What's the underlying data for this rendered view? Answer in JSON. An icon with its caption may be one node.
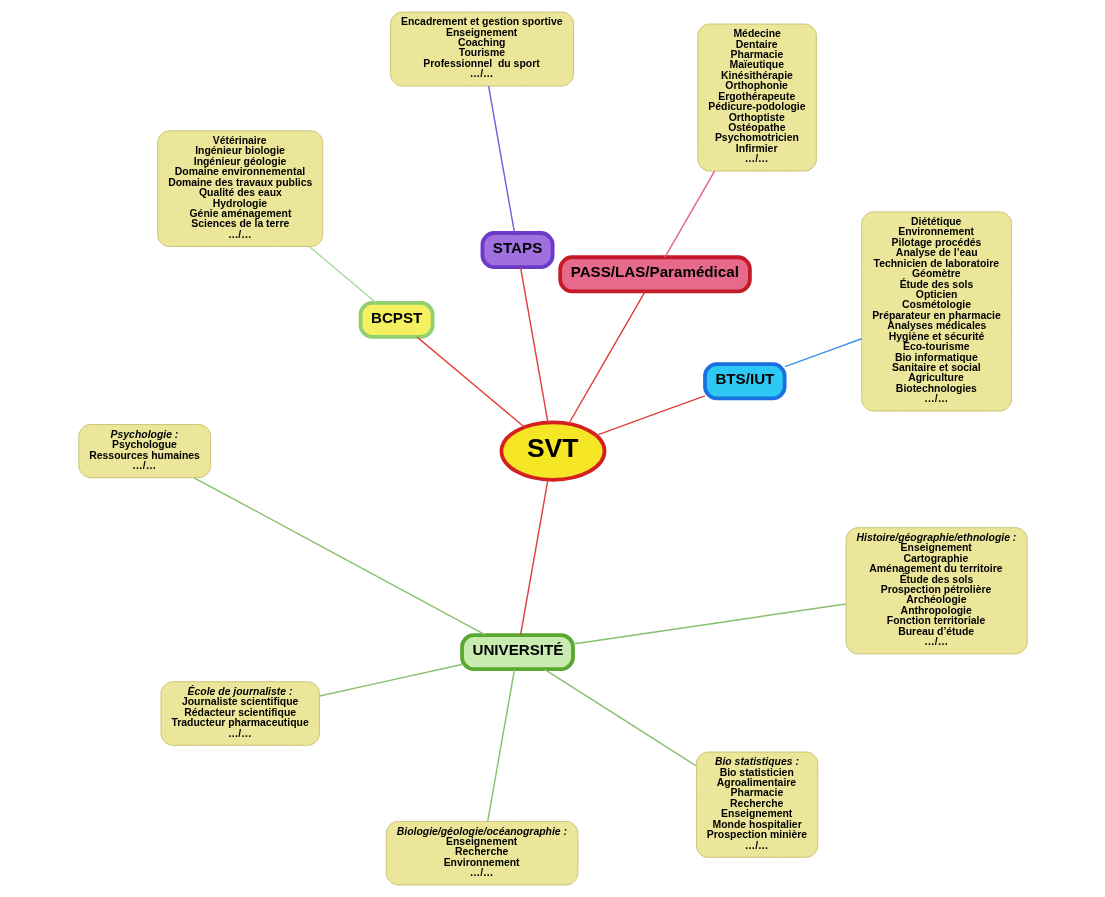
{
  "diagram": {
    "nodes": [
      {
        "text": [
          "SVT"
        ]
      },
      {
        "text": [
          "BTS/IUT"
        ]
      },
      {
        "text": [
          "PASS/LAS/Paramédical"
        ]
      },
      {
        "text": [
          "STAPS"
        ]
      },
      {
        "text": [
          "BCPST"
        ]
      },
      {
        "text": [
          "UNIVERSITÉ"
        ]
      },
      {
        "text": [
          "Diététique",
          "Environnement",
          "Pilotage procédés",
          "Analyse de l’eau",
          "Technicien de laboratoire",
          "Géomètre",
          "Étude des sols",
          "Opticien",
          "Cosmétologie",
          "Préparateur en pharmacie",
          "Analyses médicales",
          "Hygiène et sécurité",
          "Éco-tourisme",
          "Bio informatique",
          "Sanitaire et social",
          "Agriculture",
          "Biotechnologies",
          "…/…"
        ]
      },
      {
        "text": [
          "Médecine",
          "Dentaire",
          "Pharmacie",
          "Maïeutique",
          "Kinésithérapie",
          "Orthophonie",
          "Ergothérapeute",
          "Pédicure-podologie",
          "Orthoptiste",
          "Ostéopathe",
          "Psychomotricien",
          "Infirmier",
          "…/…"
        ]
      },
      {
        "text": [
          "Encadrement et gestion sportive",
          "Enseignement",
          "Coaching",
          "Tourisme",
          "Professionnel  du sport",
          "…/…"
        ]
      },
      {
        "text": [
          "Vétérinaire",
          "Ingénieur biologie",
          "Ingénieur géologie",
          "Domaine environnemental",
          "Domaine des travaux publics",
          "Qualité des eaux",
          "Hydrologie",
          "Génie aménagement",
          "Sciences de la terre",
          "…/…"
        ]
      },
      {
        "text": [
          "Psychologie :",
          "Psychologue",
          "Ressources humaines",
          "…/…"
        ]
      },
      {
        "text": [
          "École de journaliste :",
          "Journaliste scientifique",
          "Rédacteur scientifique",
          "Traducteur pharmaceutique",
          "…/…"
        ]
      },
      {
        "text": [
          "Biologie/géologie/océanographie :",
          "Enseignement",
          "Recherche",
          "Environnement",
          "…/…"
        ]
      },
      {
        "text": [
          "Bio statistiques :",
          "Bio statisticien",
          "Agroalimentaire",
          "Pharmacie",
          "Recherche",
          "Enseignement",
          "Monde hospitalier",
          "Prospection minière",
          "…/…"
        ]
      },
      {
        "text": [
          "Histoire/géographie/ethnologie :",
          "Enseignement",
          "Cartographie",
          "Aménagement du territoire",
          "Étude des sols",
          "Prospection pétrolière",
          "Archéologie",
          "Anthropologie",
          "Fonction territoriale",
          "Bureau d’étude",
          "…/…"
        ]
      }
    ],
    "edges": [
      {
        "from": 0,
        "to": 1,
        "arrow": "none",
        "color": "#e0403a"
      },
      {
        "from": 0,
        "to": 2,
        "arrow": "none",
        "color": "#e0403a"
      },
      {
        "from": 0,
        "to": 3,
        "arrow": "none",
        "color": "#e0403a"
      },
      {
        "from": 0,
        "to": 4,
        "arrow": "none",
        "color": "#e0403a"
      },
      {
        "from": 0,
        "to": 5,
        "arrow": "none",
        "color": "#e0403a"
      },
      {
        "from": 1,
        "to": 6,
        "arrow": "none",
        "color": "#3a8ee6"
      },
      {
        "from": 2,
        "to": 7,
        "arrow": "none",
        "color": "#e8608a"
      },
      {
        "from": 3,
        "to": 8,
        "arrow": "none",
        "color": "#7a5ad8"
      },
      {
        "from": 4,
        "to": 9,
        "arrow": "none",
        "color": "#a8d8a0"
      },
      {
        "from": 5,
        "to": 10,
        "arrow": "none",
        "color": "#88c070"
      },
      {
        "from": 5,
        "to": 11,
        "arrow": "none",
        "color": "#88c070"
      },
      {
        "from": 5,
        "to": 12,
        "arrow": "none",
        "color": "#88c070"
      },
      {
        "from": 5,
        "to": 13,
        "arrow": "none",
        "color": "#88c070"
      },
      {
        "from": 5,
        "to": 14,
        "arrow": "none",
        "color": "#88c070"
      }
    ]
  }
}
